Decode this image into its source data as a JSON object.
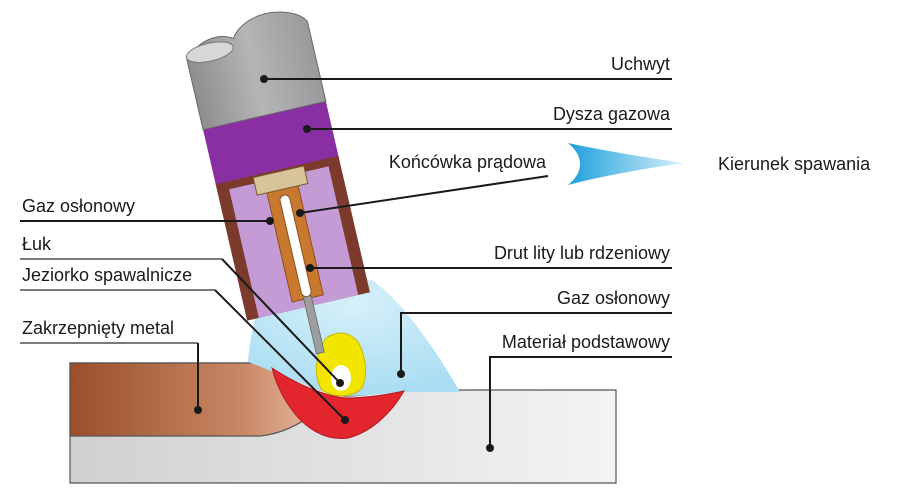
{
  "labels": {
    "uchwyt": "Uchwyt",
    "dysza": "Dysza gazowa",
    "koncowka": "Końcówka prądowa",
    "kierunek": "Kierunek spawania",
    "gaz_left": "Gaz osłonowy",
    "luk": "Łuk",
    "jeziorko": "Jeziorko spawalnicze",
    "zakrzepniety": "Zakrzepnięty metal",
    "drut": "Drut lity lub rdzeniowy",
    "gaz_right": "Gaz osłonowy",
    "material": "Materiał podstawowy"
  },
  "colors": {
    "holder": "#a9a9ab",
    "nozzle": "#8a2fa3",
    "nozzle_inner": "#c59bd6",
    "contact_tip": "#c9782f",
    "gas": "#bfe6f5",
    "arc": "#f2e600",
    "weld_pool": "#e3262d",
    "weld_metal": "#a0562e",
    "base_metal": "#d9d9d9",
    "arrow": "#4ab9e6"
  }
}
